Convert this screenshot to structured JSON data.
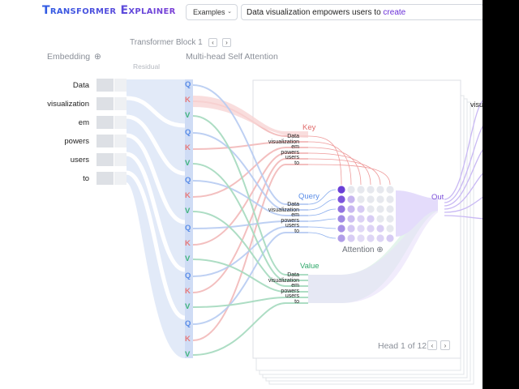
{
  "header": {
    "logo": "Transformer Explainer",
    "examples_label": "Examples",
    "prompt_text": "Data visualization empowers users to",
    "predicted_token": "create"
  },
  "labels": {
    "embedding": "Embedding",
    "residual": "Residual",
    "block_title": "Transformer Block 1",
    "attention_section": "Multi-head Self Attention",
    "key": "Key",
    "query": "Query",
    "value": "Value",
    "attention": "Attention",
    "out": "Out",
    "head_counter": "Head 1 of 12",
    "next_token_partial": "visu"
  },
  "tokens": [
    "Data",
    "visualization",
    "em",
    "powers",
    "users",
    "to"
  ],
  "qkv_letters": [
    "Q",
    "K",
    "V"
  ],
  "colors": {
    "query": "#5b8ee8",
    "key": "#e87a7a",
    "value": "#3fb47c",
    "attention": "#7b4fd8",
    "logo_start": "#2e5be3",
    "logo_end": "#7b3fd6"
  },
  "icons": [
    "zoom-in-icon",
    "chevron-left-icon",
    "chevron-right-icon",
    "chevron-down-icon"
  ]
}
